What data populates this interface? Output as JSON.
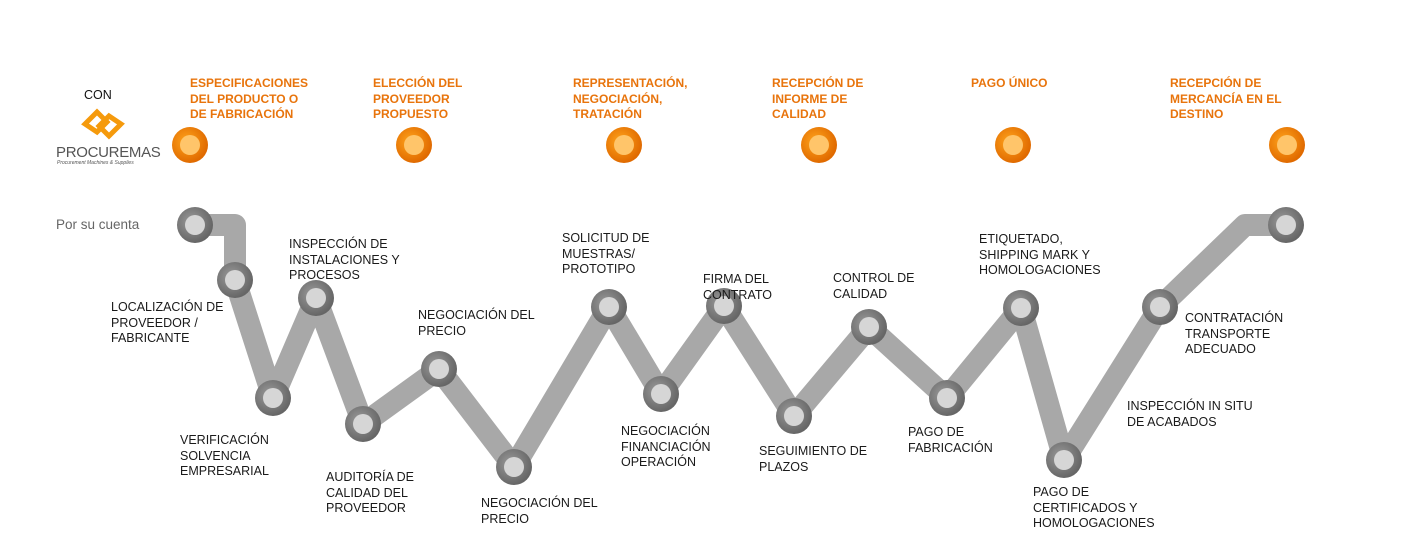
{
  "with_label": "CON",
  "brand": {
    "name": "PROCUREMAS",
    "tagline": "Procurement Machines & Supplies"
  },
  "own_label": "Por su cuenta",
  "colors": {
    "orange_start": "#ffd200",
    "orange_end": "#ff9a00",
    "node_orange": "#f08a10",
    "gray_path": "#a8a8a8",
    "gray_node": "#7a7a7a",
    "orange_text": "#e8740c"
  },
  "procuremas_steps": [
    "ESPECIFICACIONES\nDEL PRODUCTO O\nDE FABRICACIÓN",
    "ELECCIÓN DEL\nPROVEEDOR\nPROPUESTO",
    "REPRESENTACIÓN,\nNEGOCIACIÓN,\nTRATACIÓN",
    "RECEPCIÓN DE\nINFORME DE\nCALIDAD",
    "PAGO ÚNICO",
    "RECEPCIÓN DE\nMERCANCÍA EN EL\nDESTINO"
  ],
  "own_steps": [
    "LOCALIZACIÓN DE\nPROVEEDOR /\nFABRICANTE",
    "VERIFICACIÓN\nSOLVENCIA\nEMPRESARIAL",
    "INSPECCIÓN DE\nINSTALACIONES Y\nPROCESOS",
    "AUDITORÍA DE\nCALIDAD DEL\nPROVEEDOR",
    "NEGOCIACIÓN DEL\nPRECIO",
    "NEGOCIACIÓN DEL\nPRECIO",
    "SOLICITUD DE\nMUESTRAS/\nPROTOTIPO",
    "NEGOCIACIÓN\nFINANCIACIÓN\nOPERACIÓN",
    "FIRMA DEL\nCONTRATO",
    "SEGUIMIENTO DE\nPLAZOS",
    "CONTROL DE\nCALIDAD",
    "PAGO DE\nFABRICACIÓN",
    "ETIQUETADO,\nSHIPPING MARK Y\nHOMOLOGACIONES",
    "PAGO DE\nCERTIFICADOS Y\nHOMOLOGACIONES",
    "INSPECCIÓN IN SITU\nDE ACABADOS",
    "CONTRATACIÓN\nTRANSPORTE\nADECUADO"
  ]
}
